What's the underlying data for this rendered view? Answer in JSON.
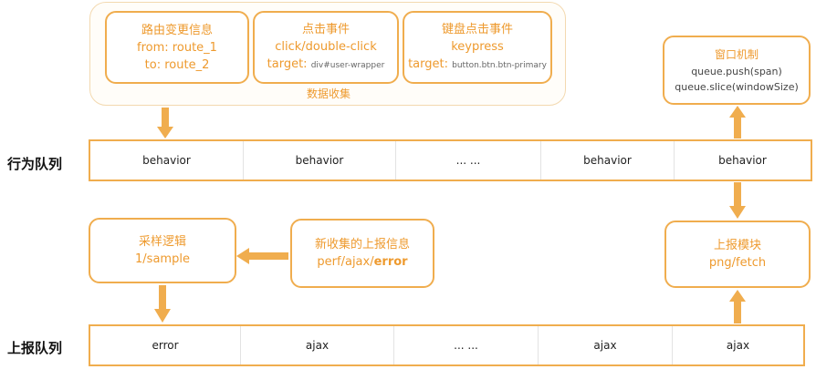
{
  "data_collection": {
    "group_label": "数据收集",
    "route": {
      "title": "路由变更信息",
      "line1": "from: route_1",
      "line2": "to: route_2"
    },
    "click": {
      "title": "点击事件",
      "line1": "click/double-click",
      "target_prefix": "target: ",
      "target_value": "div#user-wrapper"
    },
    "keyboard": {
      "title": "键盘点击事件",
      "line1": "keypress",
      "target_prefix": "target: ",
      "target_value": "button.btn.btn-primary"
    }
  },
  "window_mechanism": {
    "title": "窗口机制",
    "line1": "queue.push(span)",
    "line2": "queue.slice(windowSize)"
  },
  "behavior_queue": {
    "label": "行为队列",
    "cells": [
      "behavior",
      "behavior",
      "... ...",
      "behavior",
      "behavior"
    ]
  },
  "sampling": {
    "title": "采样逻辑",
    "line1": "1/sample"
  },
  "new_report_info": {
    "title": "新收集的上报信息",
    "line1_prefix": "perf/ajax/",
    "line1_bold": "error"
  },
  "report_module": {
    "title": "上报模块",
    "line1": "png/fetch"
  },
  "report_queue": {
    "label": "上报队列",
    "cells": [
      "error",
      "ajax",
      "... ...",
      "ajax",
      "ajax"
    ]
  },
  "colors": {
    "accent": "#f0ad4e",
    "text_accent": "#ee9a2e"
  }
}
